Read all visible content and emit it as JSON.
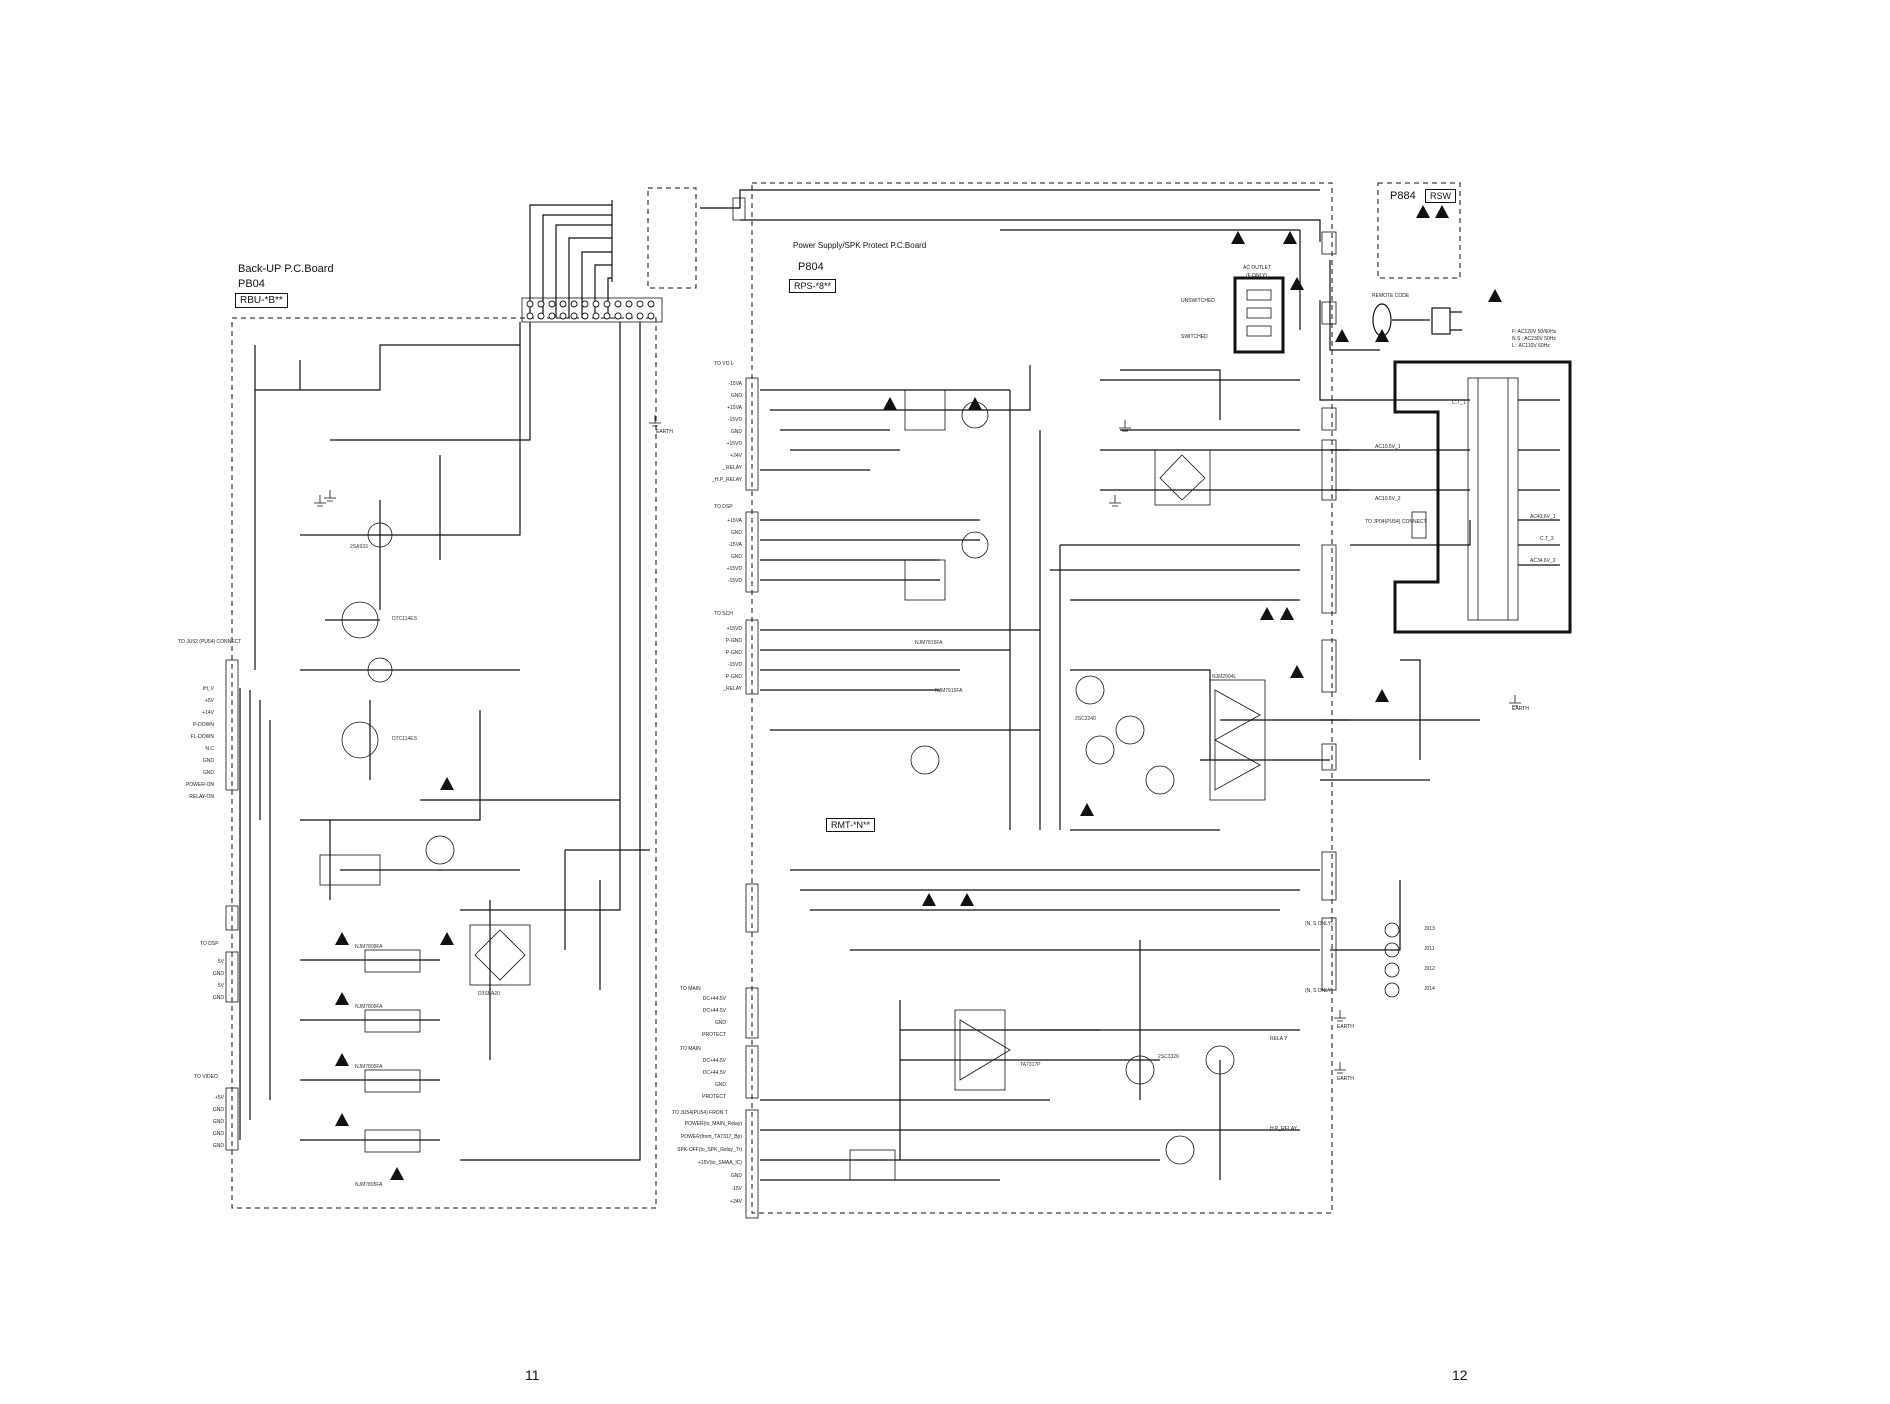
{
  "boards": {
    "backup": {
      "title": "Back-UP P.C.Board",
      "code": "PB04",
      "variant": "RBU-*B**"
    },
    "power": {
      "title": "Power Supply/SPK Protect P.C.Board",
      "code": "P804",
      "variant": "RPS-*8**"
    },
    "switch": {
      "code": "P884",
      "variant": "RSW"
    },
    "remote": {
      "variant": "RMT-*N**"
    }
  },
  "page_numbers": {
    "left": "11",
    "right": "12"
  },
  "connectors_left": {
    "jb02": {
      "title": "TO JU52 (PU54) CONNECT",
      "pins": [
        "IH_V",
        "+5V",
        "+14V",
        "P-DOWN",
        "FL-DOWN",
        "N.C",
        "GND",
        "GND",
        "POWER-ON",
        "RELAY-ON"
      ]
    },
    "jb03": {
      "title": "TO DSP",
      "pins": [
        "5V",
        "GND",
        "5V",
        "GND"
      ]
    },
    "jb04": {
      "title": "TO VIDEO",
      "pins": [
        "+5V",
        "GND",
        "GND",
        "GND",
        "GND"
      ]
    }
  },
  "connectors_right": {
    "j803": {
      "title": "TO VO L",
      "pins": [
        "-15VA",
        "GND",
        "+15VA",
        "-15VD",
        "GND",
        "+15VD",
        "+24V",
        "_RELAY",
        "_H.P_RELAY"
      ]
    },
    "j804": {
      "title": "TO DSP",
      "pins": [
        "+15VA",
        "GND",
        "-15VA",
        "GND",
        "+15VD",
        "-15VD"
      ]
    },
    "j805": {
      "title": "TO SCH",
      "pins": [
        "+15VD",
        "P-GND",
        "P-GND",
        "-15VD",
        "P-GND",
        "_RELAY"
      ]
    },
    "j824": {
      "title": "TO MAIN",
      "pins": [
        "DC+44.5V",
        "DC+44.5V",
        "GND",
        "PROTECT"
      ]
    },
    "j703": {
      "title": "TO MAIN",
      "pins": [
        "DC+44.5V",
        "DC+44.5V",
        "GND",
        "PROTECT"
      ]
    },
    "j826": {
      "title": "TO JU54(PU54) FRON  T",
      "pins": [
        "POWER(to_MAIN_Relay)",
        "POWER(from_TA7317_Bp)",
        "SPK-OFF(to_SPK_Relay_Tr)",
        "+15V(to_SMAA_IC)",
        "GND",
        "-15V",
        "+24V"
      ]
    }
  },
  "misc_labels": {
    "ac_outlet": "AC OUTLET",
    "ac_outlet_note": "(F ONLY)",
    "unswitched": "UNSWITCHED",
    "switched": "SWITCHED",
    "remote_code": "REMOTE CODE",
    "earth": "EARTH",
    "fuse_note_1": "F: AC120V 50/60Hz",
    "fuse_note_2": "N.S : AC230V 50Hz",
    "fuse_note_3": "L : AC110V 60Hz",
    "l_only": "(N, S ONLY)",
    "relay_y": "RELA  Y",
    "h_p_relay": "H.P_RELAY",
    "to_jp_connect": "TO JP04(PU54)  CONNECT"
  },
  "jacks": [
    "J013",
    "J011",
    "J012",
    "J014"
  ],
  "transformer_taps": [
    "AC10.5V_1",
    "AC10.5V_2",
    "AC43.6V_1",
    "C.T_2",
    "AC34.6V_2",
    "C.T_1"
  ],
  "ics": [
    "NJM7809FA",
    "NJM7805FA",
    "NJM7815FA",
    "NJM7915FA",
    "NJM2904L",
    "TA7317P",
    "DTC114ES",
    "2SA933",
    "2SC2240",
    "2SC3326",
    "D3SBA20"
  ]
}
